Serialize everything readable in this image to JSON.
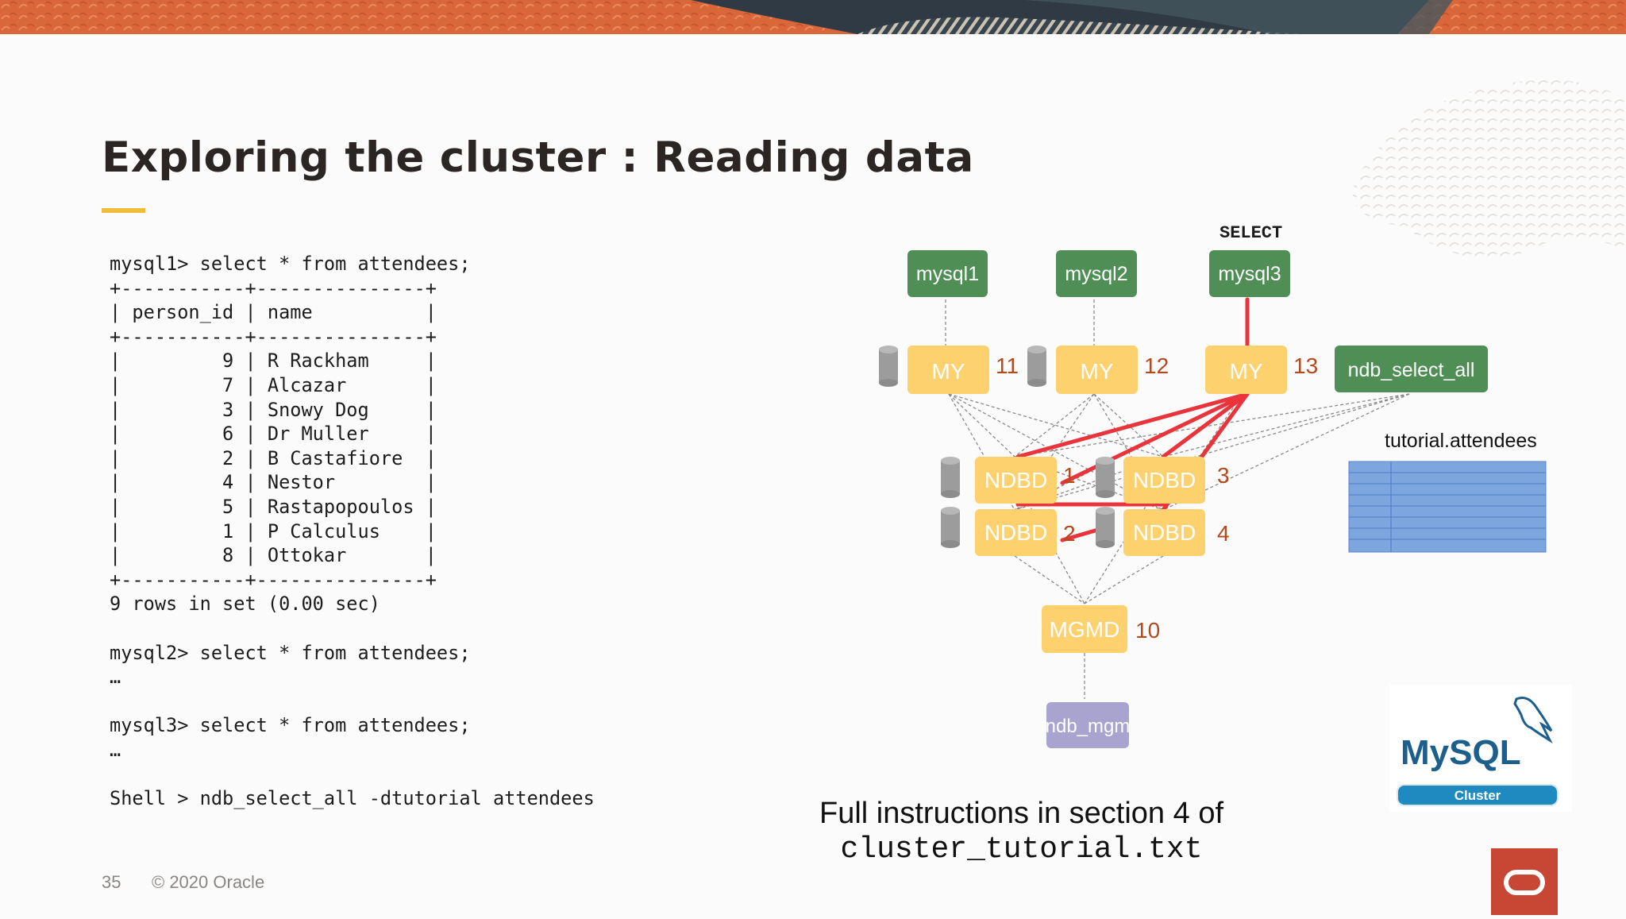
{
  "slide": {
    "title": "Exploring the cluster : Reading data",
    "footer": {
      "page_number": "35",
      "copyright": "© 2020 Oracle"
    },
    "colors": {
      "accent": "#f0bd3c",
      "oracle_red": "#c74634",
      "node_green": "#4f8f55",
      "node_yellow": "#fdd26e",
      "mgm_purple": "#a9a3cf",
      "link_red": "#e8343a"
    }
  },
  "console": {
    "lines": [
      "mysql1> select * from attendees;",
      "+-----------+---------------+",
      "| person_id | name          |",
      "+-----------+---------------+",
      "|         9 | R Rackham     |",
      "|         7 | Alcazar       |",
      "|         3 | Snowy Dog     |",
      "|         6 | Dr Muller     |",
      "|         2 | B Castafiore  |",
      "|         4 | Nestor        |",
      "|         5 | Rastapopoulos |",
      "|         1 | P Calculus    |",
      "|         8 | Ottokar       |",
      "+-----------+---------------+",
      "9 rows in set (0.00 sec)",
      "",
      "mysql2> select * from attendees;",
      "…",
      "",
      "mysql3> select * from attendees;",
      "…",
      "",
      "Shell > ndb_select_all -dtutorial attendees"
    ]
  },
  "diagram": {
    "select_label": "SELECT",
    "clients": {
      "mysql1": "mysql1",
      "mysql2": "mysql2",
      "mysql3": "mysql3",
      "ndb_select_all": "ndb_select_all"
    },
    "my_nodes": {
      "label": "MY",
      "ids": [
        "11",
        "12",
        "13"
      ]
    },
    "data_nodes": {
      "label": "NDBD",
      "ids": [
        "1",
        "3",
        "2",
        "4"
      ]
    },
    "mgm_node": {
      "label": "MGMD",
      "id": "10"
    },
    "mgm_client": "ndb_mgm",
    "table_label": "tutorial.attendees"
  },
  "instructions": {
    "line1": "Full instructions in section 4 of",
    "line2": "cluster_tutorial.txt"
  },
  "logos": {
    "mysql_cluster_badge": "Cluster",
    "mysql_wordmark": "MySQL"
  }
}
